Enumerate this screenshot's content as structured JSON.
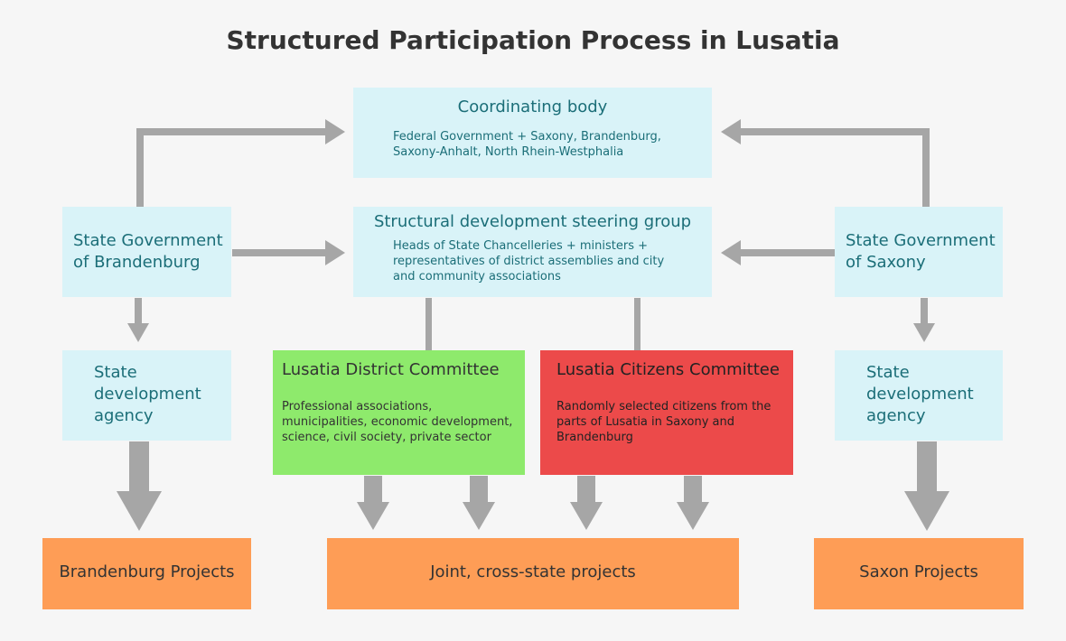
{
  "title": "Structured Participation Process in Lusatia",
  "coordinating_body": {
    "title": "Coordinating body",
    "body": [
      "Federal Government + Saxony, Brandenburg,",
      "Saxony-Anhalt, North Rhein-Westphalia"
    ]
  },
  "steering_group": {
    "title": "Structural development steering group",
    "body": [
      "Heads of State Chancelleries + ministers +",
      "representatives of district assemblies and city",
      "and community associations"
    ]
  },
  "gov_brandenburg": {
    "lines": [
      "State Government",
      "of Brandenburg"
    ]
  },
  "gov_saxony": {
    "lines": [
      "State Government",
      "of Saxony"
    ]
  },
  "agency_brandenburg": {
    "lines": [
      "State",
      "development",
      "agency"
    ]
  },
  "agency_saxony": {
    "lines": [
      "State",
      "development",
      "agency"
    ]
  },
  "district_committee": {
    "title": "Lusatia District Committee",
    "body": [
      "Professional associations,",
      "municipalities, economic development,",
      "science, civil society, private sector"
    ]
  },
  "citizens_committee": {
    "title": "Lusatia Citizens Committee",
    "body": [
      "Randomly selected citizens from the",
      "parts of Lusatia in Saxony and",
      "Brandenburg"
    ]
  },
  "projects": {
    "brandenburg": "Brandenburg Projects",
    "joint": "Joint, cross-state projects",
    "saxony": "Saxon Projects"
  },
  "colors": {
    "cyan": "#d9f3f8",
    "cyan_text": "#1b6e78",
    "green": "#8eea6c",
    "red": "#ec4a4a",
    "orange": "#fe9d56",
    "arrow": "#a6a6a6"
  }
}
